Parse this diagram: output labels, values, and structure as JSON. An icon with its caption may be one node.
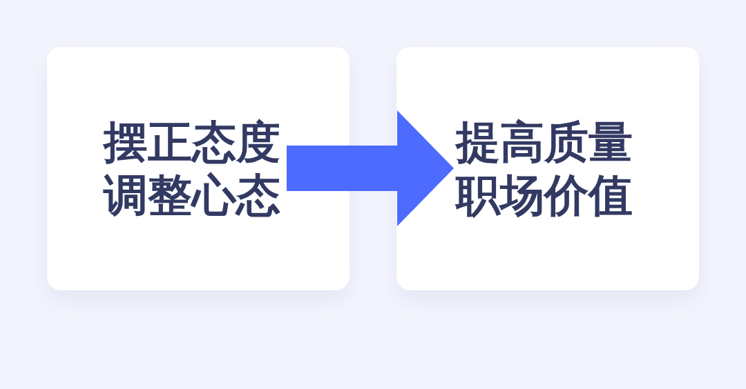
{
  "diagram": {
    "nodes": [
      {
        "text": [
          "摆正态度调整心态"
        ]
      },
      {
        "text": [
          "提高质量职场价值"
        ]
      }
    ],
    "edges": [
      {
        "from": 0,
        "to": 1,
        "arrow": "to",
        "style": "thick",
        "color": "#4d6bfe"
      }
    ]
  }
}
